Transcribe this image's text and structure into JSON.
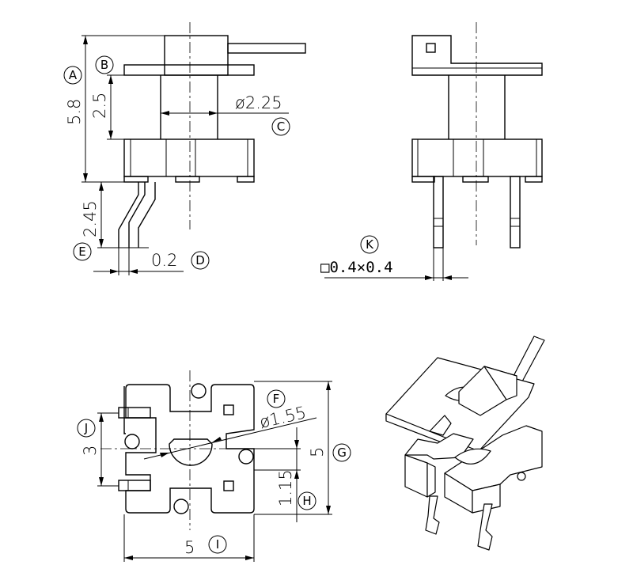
{
  "labels": {
    "a": "A",
    "b": "B",
    "c": "C",
    "d": "D",
    "e": "E",
    "f": "F",
    "g": "G",
    "h": "H",
    "i": "I",
    "j": "J",
    "k": "K"
  },
  "dimensions": {
    "height_total": "5.8",
    "height_top": "2.5",
    "diameter_core": "ø2.25",
    "pin_length": "2.45",
    "pin_width": "0.2",
    "pin_section": "□0.4×0.4",
    "diameter_hole": "ø1.55",
    "height_side": "5",
    "width_bottom": "5",
    "spacing_left": "3",
    "offset_right": "1.15"
  }
}
